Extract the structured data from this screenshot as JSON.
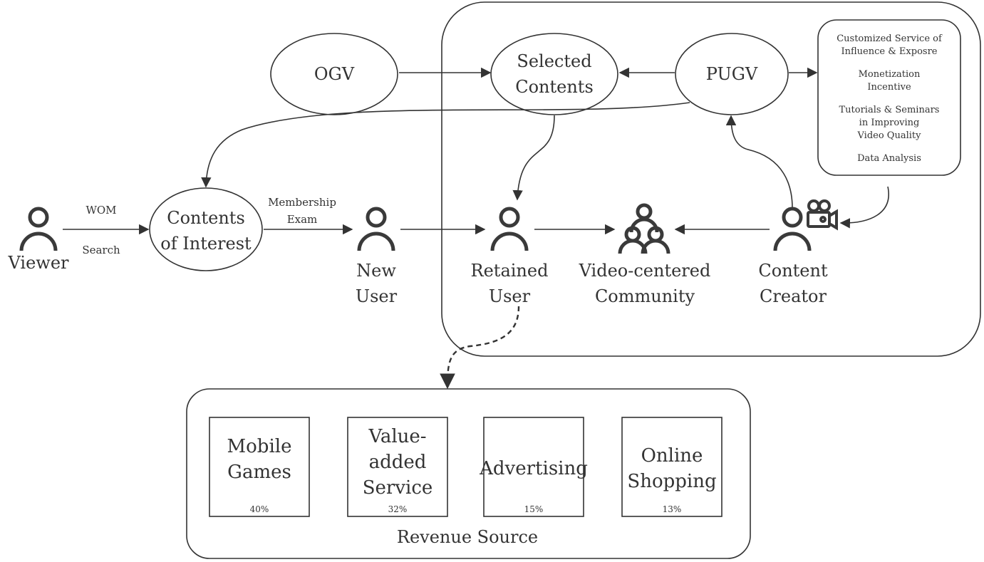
{
  "nodes": {
    "ogv": "OGV",
    "selected_contents": [
      "Selected",
      "Contents"
    ],
    "pugv": "PUGV",
    "contents_of_interest": [
      "Contents",
      "of Interest"
    ],
    "viewer": "Viewer",
    "new_user": [
      "New",
      "User"
    ],
    "retained_user": [
      "Retained",
      "User"
    ],
    "community": [
      "Video-centered",
      "Community"
    ],
    "content_creator": [
      "Content",
      "Creator"
    ]
  },
  "edge_labels": {
    "wom": "WOM",
    "search": "Search",
    "membership_exam": [
      "Membership",
      "Exam"
    ]
  },
  "creator_services": [
    "Customized Service of\nInfluence & Exposre",
    "Monetization\nIncentive",
    "Tutorials & Seminars\nin Improving\nVideo Quality",
    "Data Analysis"
  ],
  "revenue": {
    "title": "Revenue Source",
    "items": [
      {
        "label": "Mobile\nGames",
        "share": "40%"
      },
      {
        "label": "Value-\nadded\nService",
        "share": "32%"
      },
      {
        "label": "Advertising",
        "share": "15%"
      },
      {
        "label": "Online\nShopping",
        "share": "13%"
      }
    ]
  },
  "colors": {
    "stroke": "#333333",
    "icon": "#3a3a3a",
    "background": "#ffffff"
  }
}
